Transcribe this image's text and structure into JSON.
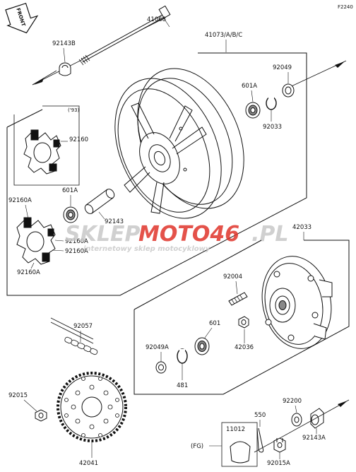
{
  "diagram": {
    "code": "F2240",
    "front_badge": "FRONT",
    "watermark": {
      "brand_part1": "SKLEP",
      "brand_part2": "MOTO46",
      "brand_part3": ".PL",
      "tagline": "internetowy sklep motocyklowy",
      "accent_color": "#e0352b",
      "gray_color": "#c8c8c8"
    },
    "labels": {
      "axle": "41068",
      "collar_nut": "92143B",
      "wheel": "41073/A/B/C",
      "oil_seal_top": "92049",
      "bearing_top": "601A",
      "circlip_top": "92033",
      "year_note": "('93)",
      "damper_top": "92160",
      "bearing_mid": "601A",
      "sleeve": "92143",
      "damper_a": "92160A",
      "damper_a2": "92160A",
      "damper_a3": "92160A",
      "damper_a4": "92160A",
      "coupling": "42033",
      "stud": "92004",
      "chain": "92057",
      "bearing_low": "601",
      "seal_low": "92049A",
      "nut_hub": "42036",
      "circlip_low": "481",
      "nut_sprocket": "92015",
      "sprocket": "42041",
      "cotter": "550",
      "tool": "11012",
      "fg": "(FG)",
      "washer": "92200",
      "axle_nut": "92143A",
      "nut_cotter": "92015A"
    }
  }
}
